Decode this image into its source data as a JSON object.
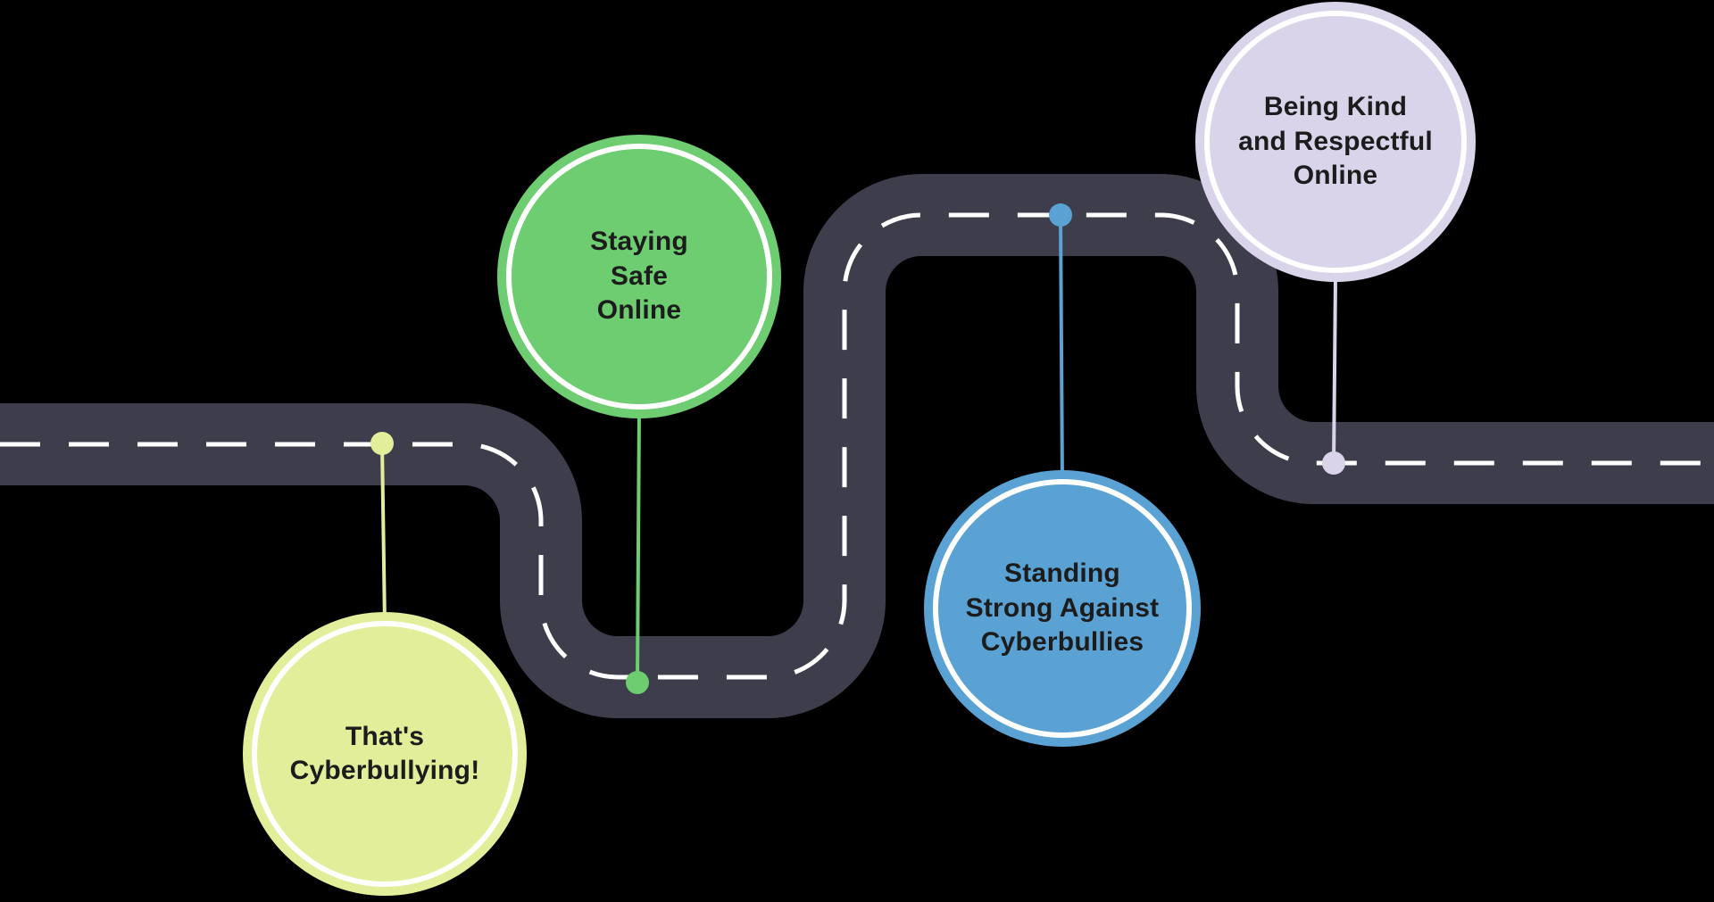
{
  "diagram": {
    "type": "roadmap-timeline",
    "title": "",
    "background_color": "#000000",
    "road": {
      "color": "#3d3d4c",
      "dash_color": "#ffffff"
    },
    "milestones": [
      {
        "order": 1,
        "label": "That's\nCyberbullying!",
        "color": "#e3ee9b",
        "placement": "below-road-bottom-left"
      },
      {
        "order": 2,
        "label": "Staying\nSafe\nOnline",
        "color": "#6dcd70",
        "placement": "above-road-upper-left"
      },
      {
        "order": 3,
        "label": "Standing\nStrong Against\nCyberbullies",
        "color": "#5aa2d3",
        "placement": "below-road-middle-right"
      },
      {
        "order": 4,
        "label": "Being Kind\nand Respectful\nOnline",
        "color": "#d9d4ea",
        "placement": "above-road-top-right"
      }
    ]
  }
}
